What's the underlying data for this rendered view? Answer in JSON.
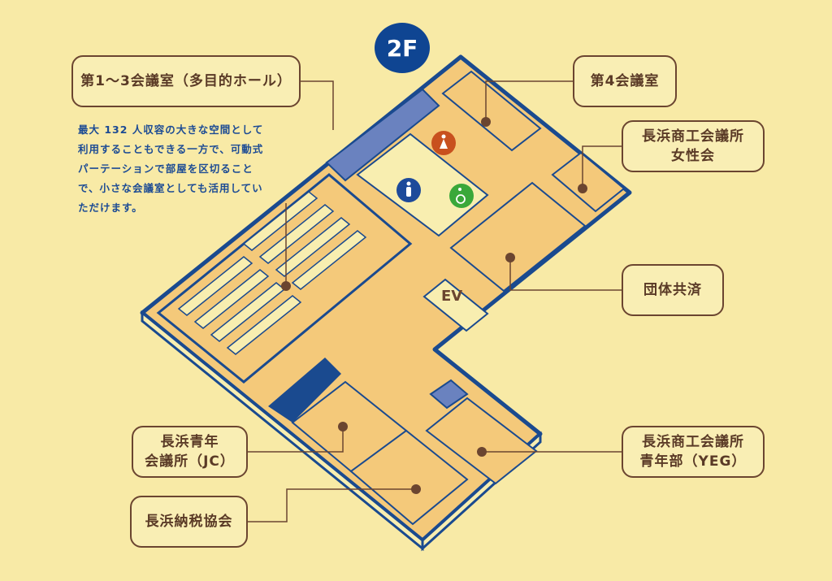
{
  "floor": "2F",
  "elevator_label": "EV",
  "description": "最大 132 人収容の大きな空間として利用することもできる一方で、可動式パーテーションで部屋を区切ることで、小さな会議室としても活用していただけます。",
  "rooms": {
    "hall": "第1～3会議室（多目的ホール）",
    "room4": "第4会議室",
    "womens_assoc": [
      "長浜商工会議所",
      "女性会"
    ],
    "mutual_aid": "団体共済",
    "jc": [
      "長浜青年",
      "会議所（JC）"
    ],
    "yeg": [
      "長浜商工会議所",
      "青年部（YEG）"
    ],
    "tax_assoc": "長浜納税協会"
  },
  "icons": {
    "female_restroom": "female-restroom-icon",
    "male_restroom": "male-restroom-icon",
    "accessible_restroom": "wheelchair-icon"
  },
  "colors": {
    "navy": "#1a4a8f",
    "floor": "#f4c97a",
    "wall": "#f8eeb0",
    "accent_blue": "#6a82bf",
    "brown": "#6b4530",
    "female": "#c8501e",
    "male": "#1d4a9a",
    "accessible": "#3aa83a"
  }
}
